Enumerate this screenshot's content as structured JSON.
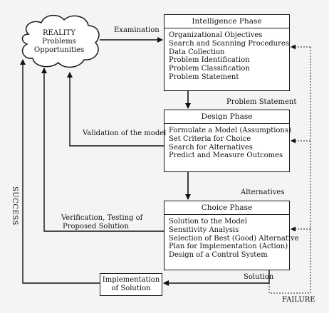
{
  "reality": {
    "title": "REALITY",
    "line1": "Problems",
    "line2": "Opportunities"
  },
  "intelligence": {
    "title": "Intelligence Phase",
    "items": [
      "Organizational Objectives",
      "Search and Scanning Procedures",
      "Data Collection",
      "Problem Identification",
      "Problem Classification",
      "Problem Statement"
    ]
  },
  "design": {
    "title": "Design Phase",
    "items": [
      "Formulate a Model (Assumptions)",
      "Set Criteria for Choice",
      "Search for Alternatives",
      "Predict and Measure Outcomes"
    ]
  },
  "choice": {
    "title": "Choice Phase",
    "items": [
      "Solution to the Model",
      "Sensitivity Analysis",
      "Selection of Best (Good) Alternative",
      "Plan for Implementation (Action)",
      "Design of a Control System"
    ]
  },
  "implementation": {
    "line1": "Implementation",
    "line2": "of Solution"
  },
  "labels": {
    "examination": "Examination",
    "problem_statement": "Problem Statement",
    "validation": "Validation of the model",
    "alternatives": "Alternatives",
    "verification_line1": "Verification, Testing of",
    "verification_line2": "Proposed Solution",
    "solution": "Solution",
    "success": "SUCCESS",
    "failure": "FAILURE"
  }
}
